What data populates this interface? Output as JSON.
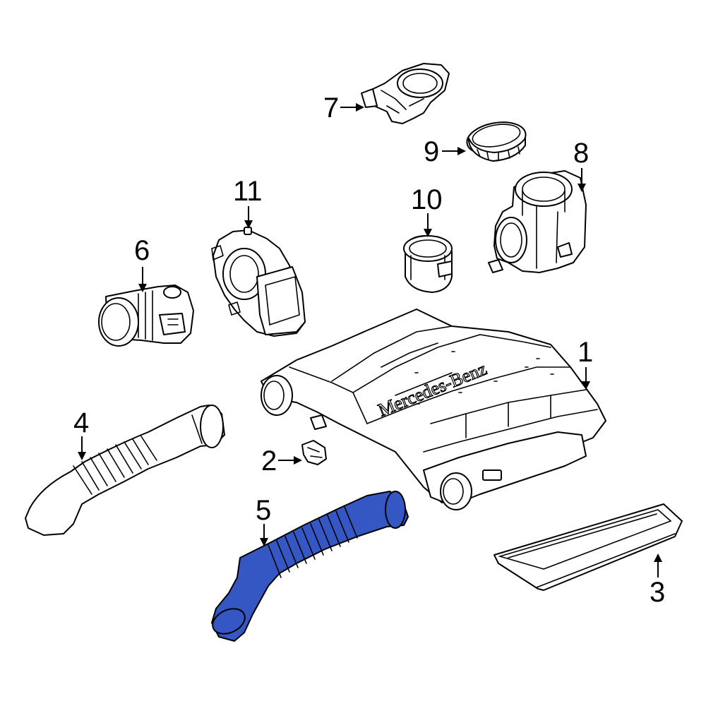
{
  "diagram": {
    "highlight_color": "#3557c3",
    "callouts": [
      {
        "id": "1",
        "label": "1"
      },
      {
        "id": "2",
        "label": "2"
      },
      {
        "id": "3",
        "label": "3"
      },
      {
        "id": "4",
        "label": "4"
      },
      {
        "id": "5",
        "label": "5"
      },
      {
        "id": "6",
        "label": "6"
      },
      {
        "id": "7",
        "label": "7"
      },
      {
        "id": "8",
        "label": "8"
      },
      {
        "id": "9",
        "label": "9"
      },
      {
        "id": "10",
        "label": "10"
      },
      {
        "id": "11",
        "label": "11"
      }
    ],
    "housing_emboss": "Mercedes-Benz"
  }
}
